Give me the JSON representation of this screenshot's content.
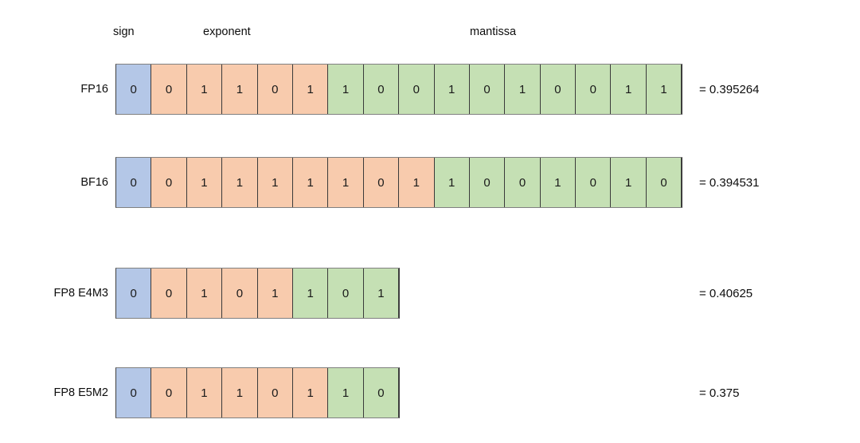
{
  "figure": {
    "background": "#ffffff",
    "colors": {
      "sign": "#b4c7e7",
      "exponent": "#f8cbad",
      "mantissa": "#c5e0b4",
      "cell_border": "#3a3a3a",
      "text": "#0d0d0d"
    },
    "headers": {
      "sign": "sign",
      "exponent": "exponent",
      "mantissa": "mantissa"
    },
    "rows": [
      {
        "label": "FP16",
        "value_text": "= 0.395264",
        "sign_bits": [
          "0"
        ],
        "exponent_bits": [
          "0",
          "1",
          "1",
          "0",
          "1"
        ],
        "mantissa_bits": [
          "1",
          "0",
          "0",
          "1",
          "0",
          "1",
          "0",
          "0",
          "1",
          "1"
        ],
        "total_bits": 16
      },
      {
        "label": "BF16",
        "value_text": "= 0.394531",
        "sign_bits": [
          "0"
        ],
        "exponent_bits": [
          "0",
          "1",
          "1",
          "1",
          "1",
          "1",
          "0",
          "1"
        ],
        "mantissa_bits": [
          "1",
          "0",
          "0",
          "1",
          "0",
          "1",
          "0"
        ],
        "total_bits": 16
      },
      {
        "label": "FP8 E4M3",
        "value_text": "= 0.40625",
        "sign_bits": [
          "0"
        ],
        "exponent_bits": [
          "0",
          "1",
          "0",
          "1"
        ],
        "mantissa_bits": [
          "1",
          "0",
          "1"
        ],
        "total_bits": 8
      },
      {
        "label": "FP8 E5M2",
        "value_text": "= 0.375",
        "sign_bits": [
          "0"
        ],
        "exponent_bits": [
          "0",
          "1",
          "1",
          "0",
          "1"
        ],
        "mantissa_bits": [
          "1",
          "0"
        ],
        "total_bits": 8
      }
    ]
  }
}
